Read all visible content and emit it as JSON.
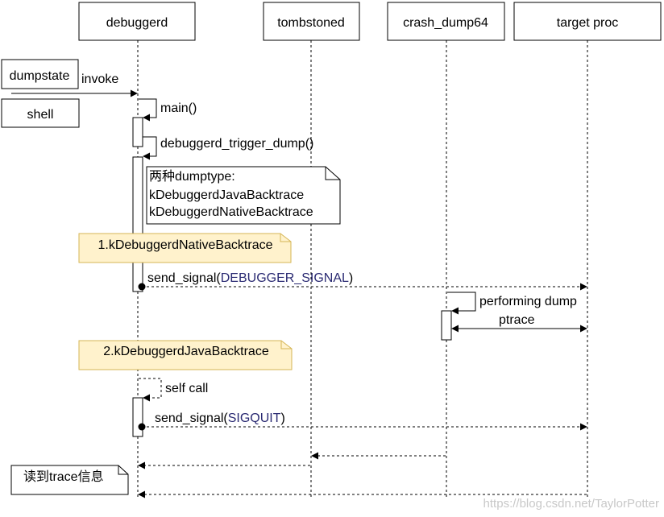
{
  "participants": [
    {
      "id": "debuggerd",
      "label": "debuggerd"
    },
    {
      "id": "tombstoned",
      "label": "tombstoned"
    },
    {
      "id": "crash_dump64",
      "label": "crash_dump64"
    },
    {
      "id": "target_proc",
      "label": "target proc"
    }
  ],
  "actors": {
    "dumpstate": "dumpstate",
    "shell": "shell"
  },
  "messages": {
    "invoke": "invoke",
    "main": "main()",
    "trigger_dump": "debuggerd_trigger_dump()",
    "send_signal_1_prefix": "send_signal(",
    "send_signal_1_arg": "DEBUGGER_SIGNAL",
    "send_signal_1_suffix": ")",
    "performing_dump": "performing dump",
    "ptrace": "ptrace",
    "self_call": "self call",
    "send_signal_2_prefix": "send_signal(",
    "send_signal_2_arg": "SIGQUIT",
    "send_signal_2_suffix": ")"
  },
  "notes": {
    "dumptype_lines": [
      "两种dumptype:",
      "kDebuggerdJavaBacktrace",
      "kDebuggerdNativeBacktrace"
    ],
    "native_section": "1.kDebuggerdNativeBacktrace",
    "java_section": "2.kDebuggerdJavaBacktrace",
    "read_trace": "读到trace信息"
  },
  "watermark": "https://blog.csdn.net/TaylorPotter",
  "colors": {
    "line": "#000000",
    "signal_arg": "#2a2a72",
    "section_fill": "#fff2cc",
    "section_stroke": "#d6b656",
    "watermark": "#c8c8c8"
  }
}
